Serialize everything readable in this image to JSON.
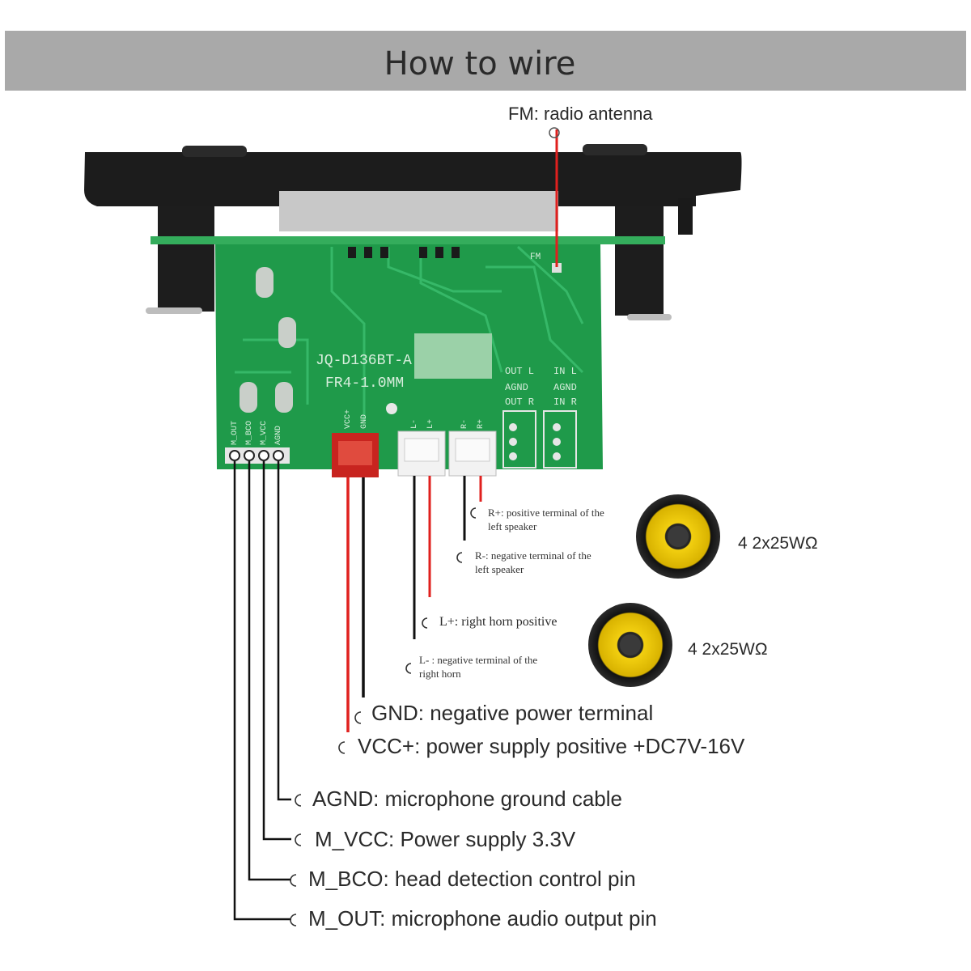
{
  "title": "How to wire",
  "fm_label": "FM: radio antenna",
  "board": {
    "model_line1": "JQ-D136BT-A",
    "model_line2": "FR4-1.0MM",
    "fm_silk": "FM",
    "pins_mic": [
      "M_OUT",
      "M_BCO",
      "M_VCC",
      "AGND"
    ],
    "pins_power": [
      "VCC+",
      "GND"
    ],
    "pins_left": [
      "L-",
      "L+"
    ],
    "pins_right": [
      "R-",
      "R+"
    ],
    "io_labels": [
      "OUT L",
      "AGND",
      "OUT R",
      "IN L",
      "AGND",
      "IN R"
    ]
  },
  "labels": {
    "r_plus": "R+: positive terminal of the left speaker",
    "r_plus_l1": "R+: positive terminal of the",
    "r_plus_l2": "left speaker",
    "r_minus_l1": "R-: negative terminal of the",
    "r_minus_l2": "left speaker",
    "l_plus": "L+: right horn positive",
    "l_minus_l1": "L- : negative terminal of the",
    "l_minus_l2": "right horn",
    "gnd": "GND: negative power terminal",
    "vcc": "VCC+: power supply positive +DC7V-16V",
    "agnd": "AGND: microphone ground cable",
    "m_vcc": "M_VCC: Power supply 3.3V",
    "m_bco": "M_BCO: head detection control pin",
    "m_out": "M_OUT: microphone audio output pin"
  },
  "speakers": [
    {
      "label": "4 2x25WΩ"
    },
    {
      "label": "4 2x25WΩ"
    }
  ],
  "colors": {
    "board_green": "#1f9a4a",
    "frame_black": "#1c1c1c",
    "wire_red": "#e0201e",
    "wire_black": "#111111",
    "speaker_yellow": "#e8c400",
    "title_bar": "#a9a9a9"
  }
}
